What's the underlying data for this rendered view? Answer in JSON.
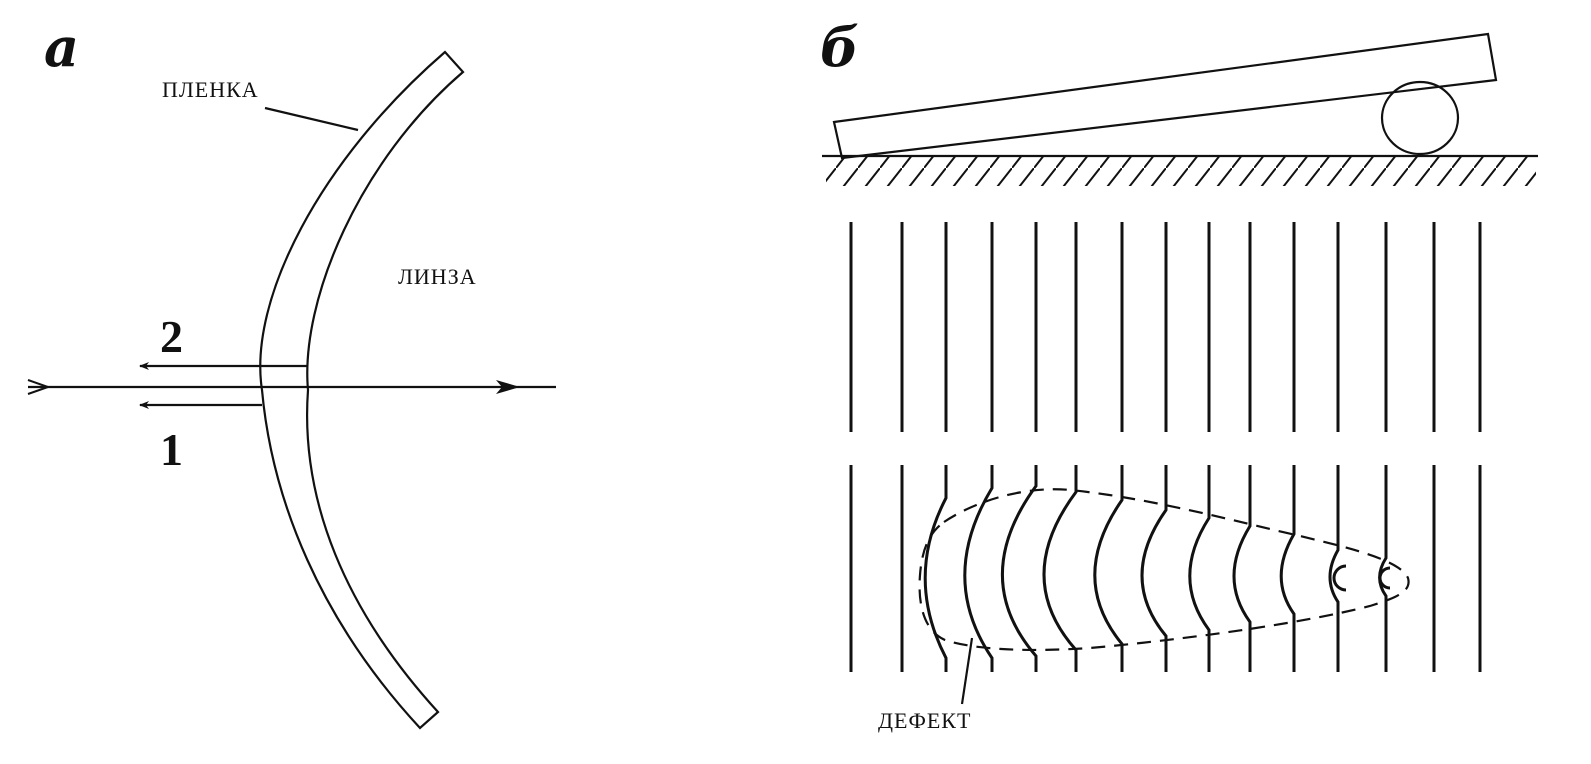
{
  "panels": {
    "a": {
      "label": "а",
      "film_label": "ПЛЕНКА",
      "lens_label": "ЛИНЗА",
      "ray_1": "1",
      "ray_2": "2"
    },
    "b": {
      "label": "б",
      "defect_label": "ДЕФЕКТ"
    }
  },
  "colors": {
    "ink": "#111111",
    "background": "#ffffff"
  }
}
